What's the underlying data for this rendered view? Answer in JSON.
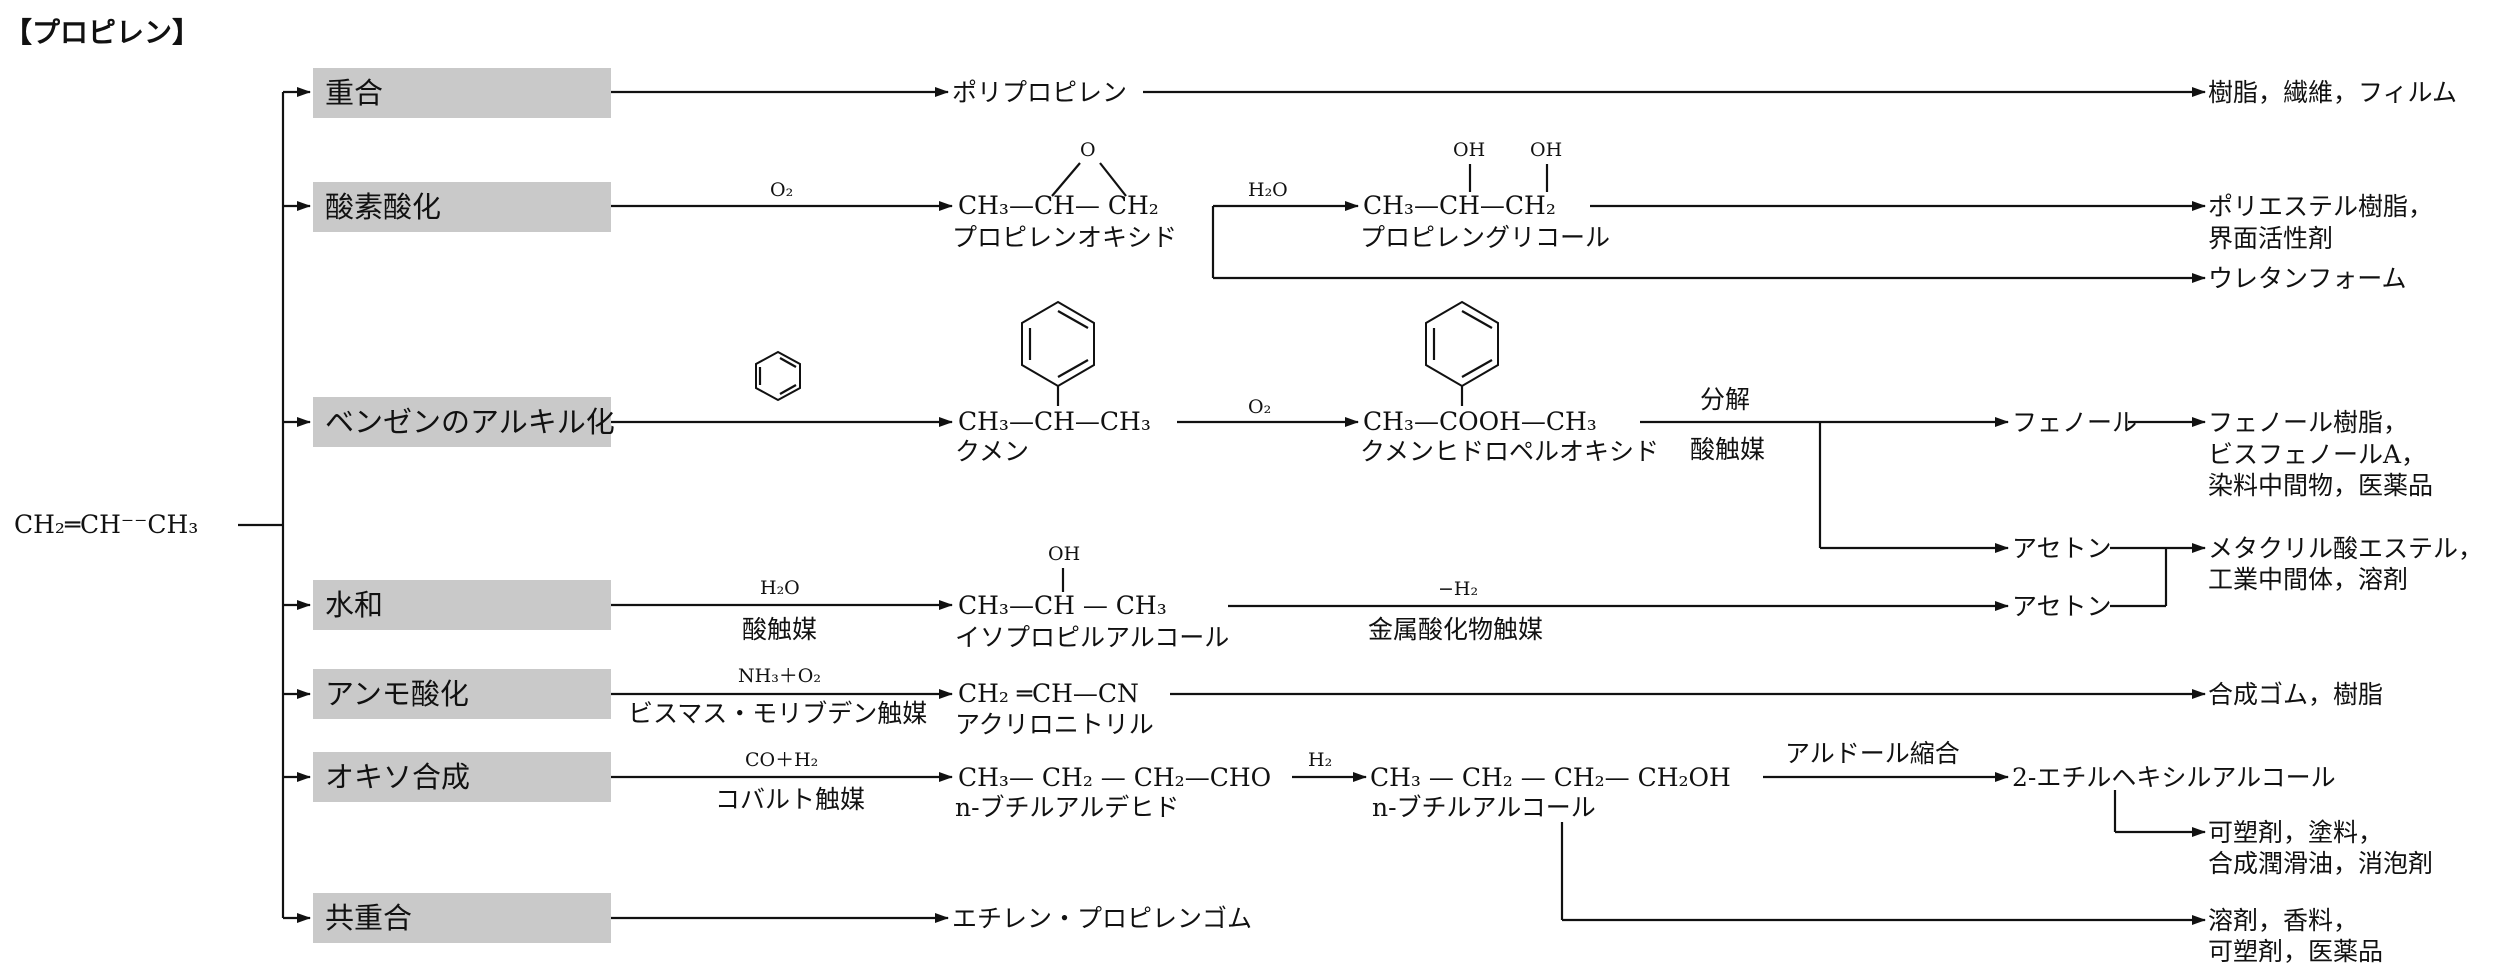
{
  "title": "【プロピレン】",
  "start": "CH₂═CH⁻⁻CH₃",
  "reactions": {
    "polymerization": "重合",
    "oxidation": "酸素酸化",
    "alkylation": "ベンゼンのアルキル化",
    "hydration": "水和",
    "ammoxidation": "アンモ酸化",
    "oxo": "オキソ合成",
    "copolymerization": "共重合"
  },
  "conditions": {
    "o2": "O₂",
    "h2o": "H₂O",
    "o2b": "O₂",
    "decomp": "分解",
    "acid_cat": "酸触媒",
    "h2o_b": "H₂O",
    "acid_cat_b": "酸触媒",
    "minus_h2": "−H₂",
    "metal_oxide_cat": "金属酸化物触媒",
    "nh3_o2": "NH₃＋O₂",
    "bi_mo_cat": "ビスマス・モリブデン触媒",
    "co_h2": "CO＋H₂",
    "cobalt_cat": "コバルト触媒",
    "h2": "H₂",
    "aldol": "アルドール縮合"
  },
  "formulas": {
    "po_o": "O",
    "po": "CH₃—CH— CH₂",
    "pg_oh1": "OH",
    "pg_oh2": "OH",
    "pg": "CH₃—CH—CH₂",
    "cumene": "CH₃—CH—CH₃",
    "chp": "CH₃—COOH—CH₃",
    "ipa_oh": "OH",
    "ipa": "CH₃—CH — CH₃",
    "acrylonitrile": "CH₂ ═CH—CN",
    "butyraldehyde": "CH₃— CH₂ — CH₂—CHO",
    "butanol": "CH₃ — CH₂ — CH₂— CH₂OH"
  },
  "names": {
    "polypropylene": "ポリプロピレン",
    "propylene_oxide": "プロピレンオキシド",
    "propylene_glycol": "プロピレングリコール",
    "cumene": "クメン",
    "cumene_hydroperoxide": "クメンヒドロペルオキシド",
    "phenol": "フェノール",
    "acetone1": "アセトン",
    "acetone2": "アセトン",
    "isopropyl_alcohol": "イソプロピルアルコール",
    "acrylonitrile": "アクリロニトリル",
    "butyraldehyde": "n-ブチルアルデヒド",
    "butanol": "n-ブチルアルコール",
    "ethylhexanol": "2-エチルヘキシルアルコール",
    "ep_rubber": "エチレン・プロピレンゴム"
  },
  "uses": {
    "resin_fiber_film": "樹脂，繊維，フィルム",
    "polyester_1": "ポリエステル樹脂，",
    "polyester_2": "界面活性剤",
    "urethane": "ウレタンフォーム",
    "phenol_1": "フェノール樹脂，",
    "phenol_2": "ビスフェノールA，",
    "phenol_3": "染料中間物，医薬品",
    "acetone_1": "メタクリル酸エステル，",
    "acetone_2": "工業中間体，溶剤",
    "rubber_resin": "合成ゴム，樹脂",
    "plasticizer_1": "可塑剤，塗料，",
    "plasticizer_2": "合成潤滑油，消泡剤",
    "solvent_1": "溶剤，香料，",
    "solvent_2": "可塑剤，医薬品"
  }
}
